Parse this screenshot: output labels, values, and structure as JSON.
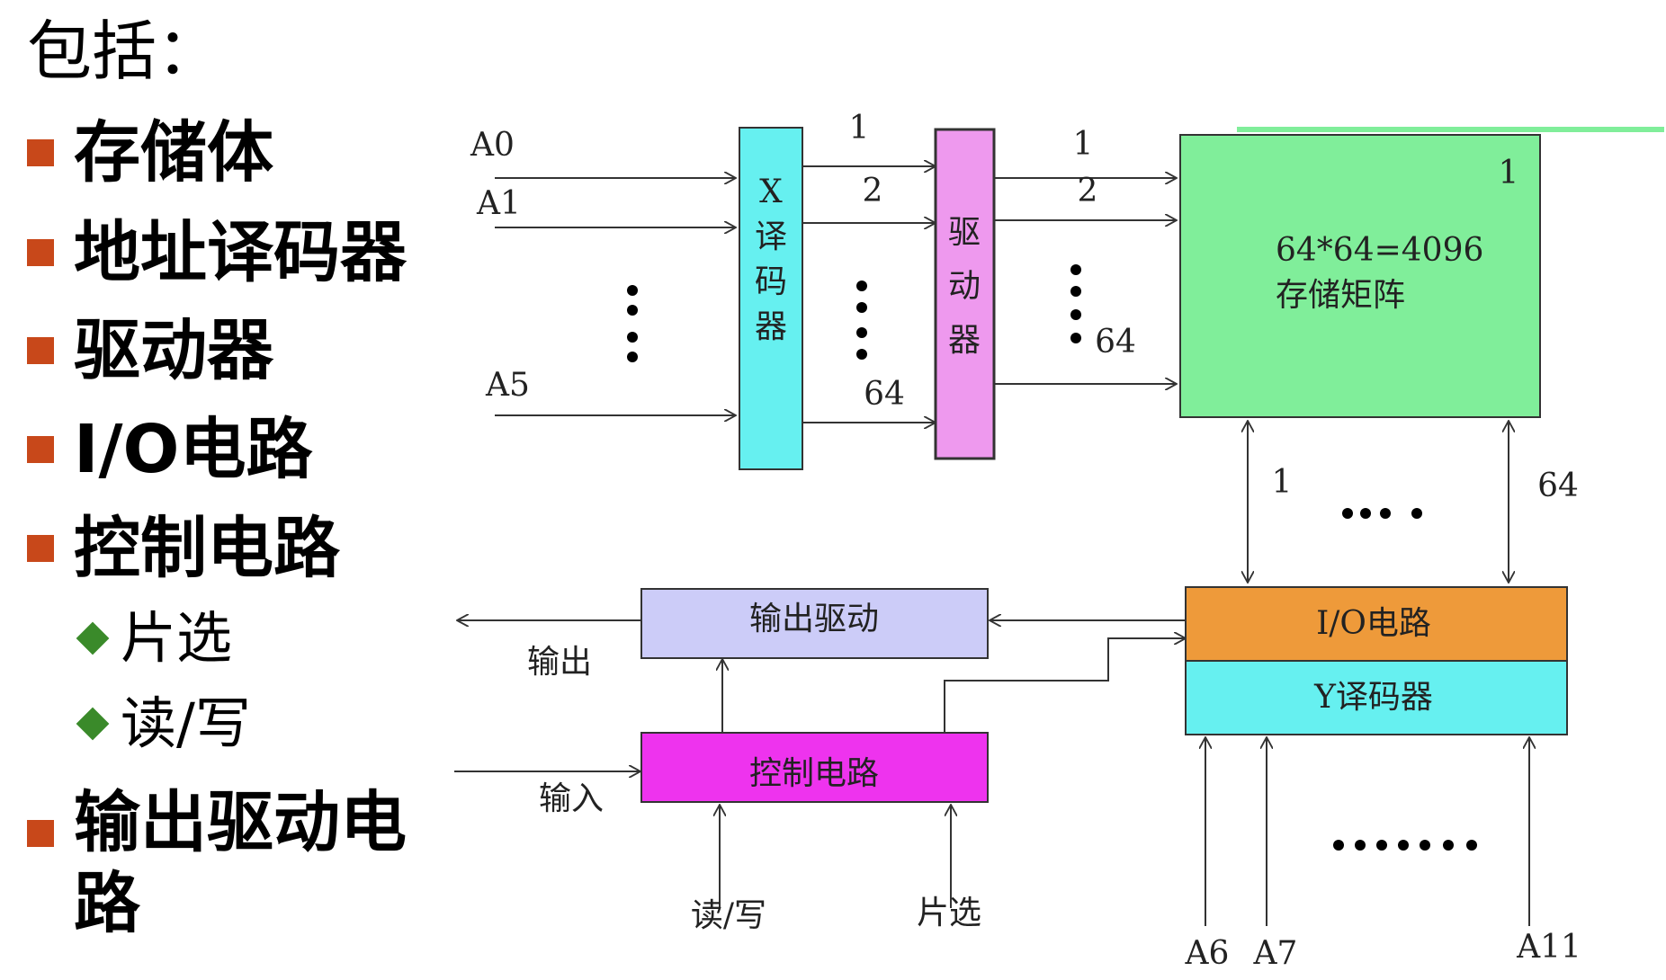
{
  "title": "包括：",
  "bullets": [
    "存储体",
    "地址译码器",
    "驱动器",
    "I/O电路",
    "控制电路"
  ],
  "sub_bullets": [
    "片选",
    "读/写"
  ],
  "last_bullet": [
    "输出驱动电",
    "路"
  ],
  "diagram": {
    "address_inputs": [
      "A0",
      "A1",
      "A5"
    ],
    "x_decoder": [
      "X",
      "译",
      "码",
      "器"
    ],
    "driver": [
      "驱",
      "动",
      "器"
    ],
    "decoder_lines": [
      "1",
      "2",
      "64"
    ],
    "driver_lines": [
      "1",
      "2",
      "64"
    ],
    "matrix_line1": "64*64=4096",
    "matrix_line2": "存储矩阵",
    "matrix_corner": "1",
    "column_lines": [
      "1",
      "64"
    ],
    "io_circuit": "I/O电路",
    "y_decoder": "Y译码器",
    "output_driver": "输出驱动",
    "control_circuit": "控制电路",
    "output_label": "输出",
    "input_label": "输入",
    "read_write_label": "读/写",
    "chip_select_label": "片选",
    "y_address_inputs": [
      "A6",
      "A7",
      "A11"
    ],
    "colors": {
      "x_decoder": "#66f0f0",
      "driver": "#ee99ee",
      "matrix": "#80ee9a",
      "io_circuit": "#ee9a3a",
      "y_decoder": "#66f0f0",
      "output_driver": "#ccccf8",
      "control_circuit": "#ee33ee"
    }
  }
}
